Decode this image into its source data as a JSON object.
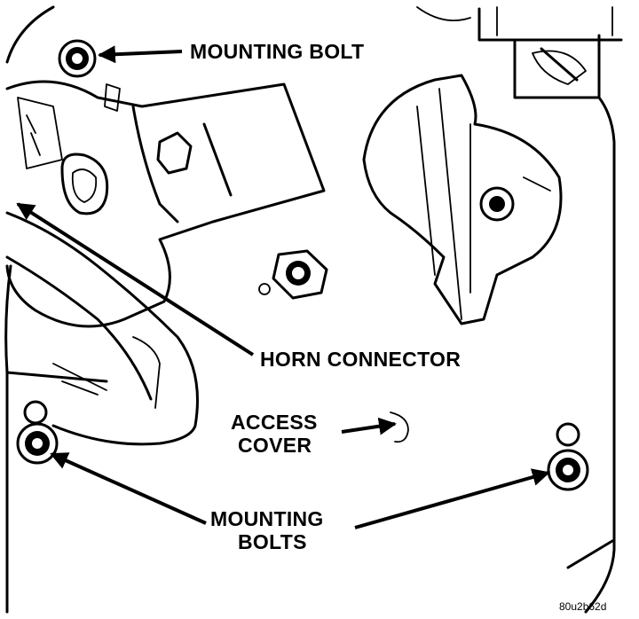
{
  "labels": {
    "mounting_bolt_top": "MOUNTING BOLT",
    "horn_connector": "HORN CONNECTOR",
    "access_cover_line1": "ACCESS",
    "access_cover_line2": "COVER",
    "mounting_bolts_line1": "MOUNTING",
    "mounting_bolts_line2": "BOLTS"
  },
  "figure_code": "80u2b62d"
}
